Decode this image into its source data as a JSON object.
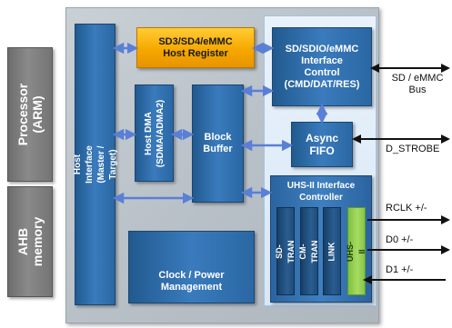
{
  "side_blocks": {
    "processor": "Processor\n(ARM)",
    "ahb_memory": "AHB\nmemory"
  },
  "blocks": {
    "host_interface": "Host Interface\n(Master / Target)",
    "host_register": "SD3/SD4/eMMC\nHost Register",
    "host_dma": "Host DMA\n(SDMA/ADMA2)",
    "block_buffer": "Block\nBuffer",
    "clock_power": "Clock / Power\nManagement",
    "interface_control": "SD/SDIO/eMMC\nInterface\nControl\n(CMD/DAT/RES)",
    "async_fifo": "Async\nFIFO",
    "uhs_controller": "UHS-II Interface\nController",
    "sd_tran": "SD-TRAN",
    "cm_tran": "CM-TRAN",
    "link": "LINK",
    "uhs_ii": "UHS-II"
  },
  "signals": {
    "sd_emmc_bus": "SD / eMMC\nBus",
    "d_strobe": "D_STROBE",
    "rclk": "RCLK +/-",
    "d0": "D0 +/-",
    "d1": "D1 +/-"
  },
  "colors": {
    "block_blue": "#2f6fae",
    "register_orange": "#f6a800",
    "phy_green": "#a6dc62",
    "arrow_blue": "#5a7fd6"
  }
}
